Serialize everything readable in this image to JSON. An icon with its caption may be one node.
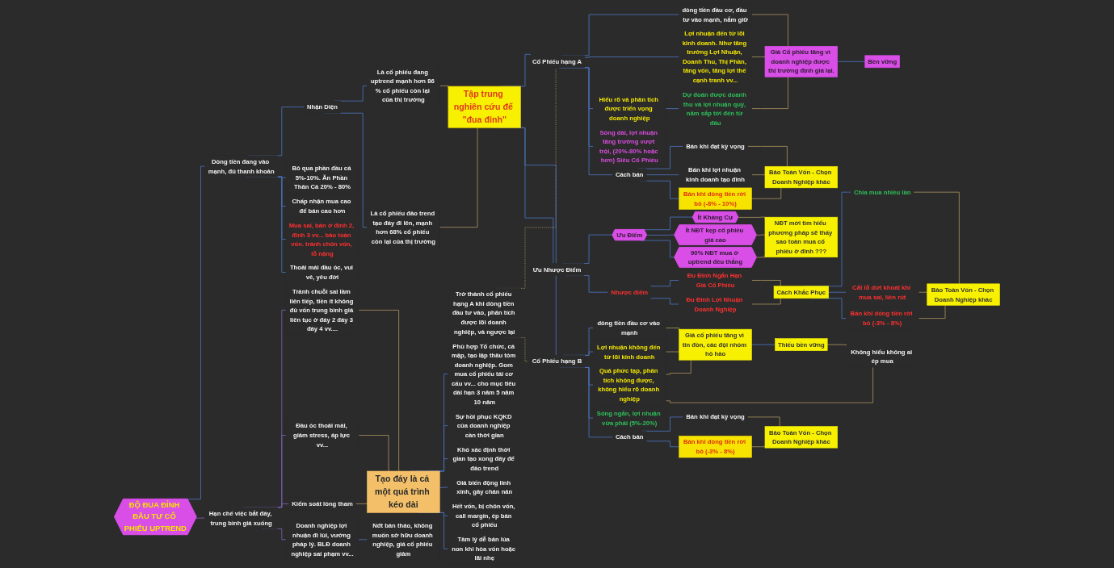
{
  "diagram": {
    "nodes": [
      {
        "text": [
          "ĐỘ ĐUA ĐỈNH ĐẦU TƯ CỔ PHIẾU UPTREND"
        ]
      },
      {
        "text": [
          "Dòng tiền đang vào mạnh, đủ thanh khoản"
        ]
      },
      {
        "text": [
          "Nhận Diện"
        ]
      },
      {
        "text": [
          "Là cổ phiếu đang uptrend mạnh hơn 86 % cổ phiếu còn lại của thị trường"
        ]
      },
      {
        "text": [
          "Là cổ phiếu đảo trend tạo đáy đi lên, mạnh hơn 68% cổ phiếu còn lại của thị trường"
        ]
      },
      {
        "text": [
          "Tập trung nghiên cứu để \"đua đỉnh\""
        ]
      },
      {
        "text": [
          "Trở thành cổ phiếu hạng A khi dòng tiền đầu tư vào, phân tích được lõi doanh nghiệp, và ngược lại"
        ]
      },
      {
        "text": [
          "Cổ Phiếu hạng A"
        ]
      },
      {
        "text": [
          "dòng tiền đầu cơ, đầu tư vào mạnh, nắm giữ"
        ]
      },
      {
        "text": [
          "Lợi nhuận đến từ lõi kinh doanh. Như tăng trưởng Lợi Nhuận, Doanh Thu, Thị Phần, tăng vốn, tăng lợi thế cạnh tranh vv..."
        ]
      },
      {
        "text": [
          "Hiểu rõ và phân tích được triển vọng doanh nghiệp"
        ]
      },
      {
        "text": [
          "Dự đoán được doanh thu và lợi nhuận quý, năm sắp tới đến từ đâu"
        ]
      },
      {
        "text": [
          "Sóng dài, lợi nhuận tăng trưởng vượt trội, (20%-80% hoặc hơn) Siêu Cổ Phiếu"
        ]
      },
      {
        "text": [
          "Cách bán"
        ]
      },
      {
        "text": [
          "Bán khi đạt kỳ vọng"
        ]
      },
      {
        "text": [
          "Bán khi lợi nhuận kinh doanh tạo đỉnh"
        ]
      },
      {
        "text": [
          "Bán khi dòng tiền rời bỏ (-8% - 10%)"
        ]
      },
      {
        "text": [
          "Giá Cổ phiếu tăng vì doanh nghiệp được thị trường định giá lại."
        ]
      },
      {
        "text": [
          "Bền vững"
        ]
      },
      {
        "text": [
          "Bảo Toàn Vốn - Chọn Doanh Nghiệp khác"
        ]
      },
      {
        "text": [
          "Cổ Phiếu hạng B"
        ]
      },
      {
        "text": [
          "dòng tiền đầu cơ vào mạnh"
        ]
      },
      {
        "text": [
          "Lợi nhuận không đến từ lõi kinh doanh"
        ]
      },
      {
        "text": [
          "Quá phức tạp, phân tích không được, không hiểu rõ doanh nghiệp"
        ]
      },
      {
        "text": [
          "Sóng ngắn, lợi nhuận vừa phải (5%-20%)"
        ]
      },
      {
        "text": [
          "Cách bán"
        ]
      },
      {
        "text": [
          "Bán khi đạt kỳ vọng"
        ]
      },
      {
        "text": [
          "Bán khi dòng tiền rời bỏ (-3% - 8%)"
        ]
      },
      {
        "text": [
          "Giá cổ phiếu tăng vì tin đồn, các đội nhóm hô hào"
        ]
      },
      {
        "text": [
          "Thiếu bền vững"
        ]
      },
      {
        "text": [
          "Không hiểu không ai ép mua"
        ]
      },
      {
        "text": [
          "Bảo Toàn Vốn - Chọn Doanh Nghiệp khác"
        ]
      },
      {
        "text": [
          "Ưu Nhược Điểm"
        ]
      },
      {
        "text": [
          "Ưu Điểm"
        ]
      },
      {
        "text": [
          "Ít Kháng Cự"
        ]
      },
      {
        "text": [
          "Ít NĐT kẹp cổ phiếu giá cao"
        ]
      },
      {
        "text": [
          "90% NĐT mua ở uptrend đều thắng"
        ]
      },
      {
        "text": [
          "NĐT mới tìm hiểu phương pháp sẽ thấy sao toàn mua cổ phiếu ở đỉnh ???"
        ]
      },
      {
        "text": [
          "Nhược điểm"
        ]
      },
      {
        "text": [
          "Đu Đỉnh Ngắn Hạn Giá Cổ Phiếu"
        ]
      },
      {
        "text": [
          "Đu Đỉnh Lợi Nhuận Doanh Nghiệp"
        ]
      },
      {
        "text": [
          "Cách Khắc Phục"
        ]
      },
      {
        "text": [
          "Chia mua nhiều lần"
        ]
      },
      {
        "text": [
          "Cắt lỗ dứt khoát khi mua sai, liền rút"
        ]
      },
      {
        "text": [
          "Bán khi dòng tiền rời bỏ (-3% - 8%)"
        ]
      },
      {
        "text": [
          "Bảo Toàn Vốn - Chọn Doanh Nghiệp khác"
        ]
      },
      {
        "text": [
          "Bỏ qua phần đầu cá 5%-10%. Ăn Phần Thân Cá 20% - 80%"
        ]
      },
      {
        "text": [
          "Chấp nhận mua cao để bán cao hơn"
        ]
      },
      {
        "text": [
          "Mua sai, bán ở đỉnh 2, đỉnh 3 vv... bảo toàn vốn. tránh chôn vốn, lỗ nặng"
        ]
      },
      {
        "text": [
          "Thoải mái đầu óc, vui vẻ, yêu đời"
        ]
      },
      {
        "text": [
          "Hạn chế việc bắt đáy, trung bình giá xuống"
        ]
      },
      {
        "text": [
          "Tránh chuỗi sai lầm liên tiếp, tiền ít không đủ vốn trung bình giá liên tục ở đáy 2 đáy 3 đáy 4 vv...."
        ]
      },
      {
        "text": [
          "Đầu óc thoải mái, giảm stress, áp lực vv..."
        ]
      },
      {
        "text": [
          "Kiểm soát lòng tham"
        ]
      },
      {
        "text": [
          "Tạo đáy là cả một quá trình kéo dài"
        ]
      },
      {
        "text": [
          "Phù hợp Tổ chức, cá mập, tạo lập thâu tóm doanh nghiệp. Gom mua cổ phiếu tái cơ cấu vv... cho mục tiêu dài hạn 3 năm 5 năm 10 năm"
        ]
      },
      {
        "text": [
          "Sự hồi phục KQKD của doanh nghiệp cần thời gian"
        ]
      },
      {
        "text": [
          "Khó xác định thời gian tạo xong đáy để đảo trend"
        ]
      },
      {
        "text": [
          "Giá biến động linh xinh, gây chán nản"
        ]
      },
      {
        "text": [
          "Hết vốn, bị chôn vốn, call margin, ép bán cổ phiếu"
        ]
      },
      {
        "text": [
          "Tâm lý dễ bán lúa non khi hòa vốn hoặc lãi nhẹ"
        ]
      },
      {
        "text": [
          "Doanh nghiệp lợi nhuận đi lùi, vướng pháp lý. BLĐ doanh nghiệp sai phạm vv..."
        ]
      },
      {
        "text": [
          "Nđt bán tháo, không muốn sở hữu doanh nghiệp, giá cổ phiếu giảm"
        ]
      }
    ],
    "edges": [
      {
        "from": 0,
        "to": 1,
        "arrow": "none"
      },
      {
        "from": 1,
        "to": 2,
        "arrow": "none"
      },
      {
        "from": 2,
        "to": 3,
        "arrow": "none"
      },
      {
        "from": 2,
        "to": 4,
        "arrow": "none"
      },
      {
        "from": 3,
        "to": 5,
        "arrow": "none",
        "color": "#a08a5c"
      },
      {
        "from": 4,
        "to": 5,
        "arrow": "none",
        "color": "#a08a5c"
      },
      {
        "from": 5,
        "to": 7,
        "arrow": "none"
      },
      {
        "from": 6,
        "to": 7,
        "arrow": "none",
        "style": "dashed",
        "color": "#a08a5c"
      },
      {
        "from": 7,
        "to": 8,
        "arrow": "none"
      },
      {
        "from": 7,
        "to": 9,
        "arrow": "none"
      },
      {
        "from": 7,
        "to": 10,
        "arrow": "none"
      },
      {
        "from": 10,
        "to": 11,
        "arrow": "none"
      },
      {
        "from": 7,
        "to": 12,
        "arrow": "none"
      },
      {
        "from": 7,
        "to": 13,
        "arrow": "none"
      },
      {
        "from": 13,
        "to": 14,
        "arrow": "none"
      },
      {
        "from": 13,
        "to": 15,
        "arrow": "none"
      },
      {
        "from": 13,
        "to": 16,
        "arrow": "none"
      },
      {
        "from": 8,
        "to": 17,
        "arrow": "none",
        "color": "#a08a5c"
      },
      {
        "from": 9,
        "to": 17,
        "arrow": "none",
        "color": "#a08a5c"
      },
      {
        "from": 11,
        "to": 17,
        "arrow": "none",
        "color": "#a08a5c"
      },
      {
        "from": 17,
        "to": 18,
        "arrow": "none"
      },
      {
        "from": 14,
        "to": 19,
        "arrow": "none",
        "color": "#a08a5c"
      },
      {
        "from": 15,
        "to": 19,
        "arrow": "none",
        "color": "#a08a5c"
      },
      {
        "from": 16,
        "to": 19,
        "arrow": "none",
        "color": "#a08a5c"
      },
      {
        "from": 5,
        "to": 20,
        "arrow": "none"
      },
      {
        "from": 6,
        "to": 20,
        "arrow": "none",
        "style": "dashed",
        "color": "#a08a5c"
      },
      {
        "from": 20,
        "to": 21,
        "arrow": "none"
      },
      {
        "from": 20,
        "to": 22,
        "arrow": "none"
      },
      {
        "from": 20,
        "to": 23,
        "arrow": "none"
      },
      {
        "from": 20,
        "to": 24,
        "arrow": "none"
      },
      {
        "from": 20,
        "to": 25,
        "arrow": "none"
      },
      {
        "from": 25,
        "to": 26,
        "arrow": "none"
      },
      {
        "from": 25,
        "to": 27,
        "arrow": "none"
      },
      {
        "from": 21,
        "to": 28,
        "arrow": "none",
        "color": "#a08a5c"
      },
      {
        "from": 22,
        "to": 28,
        "arrow": "none",
        "color": "#a08a5c"
      },
      {
        "from": 23,
        "to": 28,
        "arrow": "none",
        "color": "#a08a5c"
      },
      {
        "from": 28,
        "to": 29,
        "arrow": "none"
      },
      {
        "from": 23,
        "to": 30,
        "arrow": "none",
        "color": "#a08a5c"
      },
      {
        "from": 29,
        "to": 30,
        "arrow": "none",
        "color": "#a08a5c"
      },
      {
        "from": 26,
        "to": 31,
        "arrow": "none",
        "color": "#a08a5c"
      },
      {
        "from": 27,
        "to": 31,
        "arrow": "none",
        "color": "#a08a5c"
      },
      {
        "from": 5,
        "to": 32,
        "arrow": "none"
      },
      {
        "from": 32,
        "to": 33,
        "arrow": "none"
      },
      {
        "from": 33,
        "to": 34,
        "arrow": "none"
      },
      {
        "from": 33,
        "to": 35,
        "arrow": "none"
      },
      {
        "from": 33,
        "to": 36,
        "arrow": "none"
      },
      {
        "from": 34,
        "to": 37,
        "arrow": "none",
        "color": "#a08a5c"
      },
      {
        "from": 35,
        "to": 37,
        "arrow": "none",
        "color": "#a08a5c"
      },
      {
        "from": 36,
        "to": 37,
        "arrow": "none",
        "color": "#a08a5c"
      },
      {
        "from": 32,
        "to": 38,
        "arrow": "none"
      },
      {
        "from": 38,
        "to": 39,
        "arrow": "none"
      },
      {
        "from": 38,
        "to": 40,
        "arrow": "none"
      },
      {
        "from": 39,
        "to": 41,
        "arrow": "none",
        "color": "#a08a5c"
      },
      {
        "from": 40,
        "to": 41,
        "arrow": "none",
        "color": "#a08a5c"
      },
      {
        "from": 41,
        "to": 42,
        "arrow": "none"
      },
      {
        "from": 41,
        "to": 43,
        "arrow": "none"
      },
      {
        "from": 41,
        "to": 44,
        "arrow": "none"
      },
      {
        "from": 42,
        "to": 45,
        "arrow": "none",
        "color": "#a08a5c"
      },
      {
        "from": 43,
        "to": 45,
        "arrow": "none",
        "color": "#a08a5c"
      },
      {
        "from": 44,
        "to": 45,
        "arrow": "none",
        "color": "#a08a5c"
      },
      {
        "from": 1,
        "to": 46,
        "arrow": "none"
      },
      {
        "from": 1,
        "to": 47,
        "arrow": "none"
      },
      {
        "from": 1,
        "to": 48,
        "arrow": "none"
      },
      {
        "from": 1,
        "to": 49,
        "arrow": "none"
      },
      {
        "from": 0,
        "to": 50,
        "arrow": "none",
        "color": "#7a5fb0"
      },
      {
        "from": 50,
        "to": 51,
        "arrow": "none",
        "color": "#7a5fb0"
      },
      {
        "from": 50,
        "to": 52,
        "arrow": "none",
        "color": "#7a5fb0"
      },
      {
        "from": 50,
        "to": 53,
        "arrow": "none",
        "color": "#7a5fb0"
      },
      {
        "from": 51,
        "to": 54,
        "arrow": "none",
        "color": "#a08a5c"
      },
      {
        "from": 52,
        "to": 54,
        "arrow": "none",
        "color": "#a08a5c"
      },
      {
        "from": 53,
        "to": 54,
        "arrow": "none",
        "color": "#a08a5c"
      },
      {
        "from": 54,
        "to": 55,
        "arrow": "none"
      },
      {
        "from": 54,
        "to": 56,
        "arrow": "none"
      },
      {
        "from": 54,
        "to": 57,
        "arrow": "none"
      },
      {
        "from": 54,
        "to": 58,
        "arrow": "none"
      },
      {
        "from": 54,
        "to": 59,
        "arrow": "none"
      },
      {
        "from": 54,
        "to": 60,
        "arrow": "none"
      },
      {
        "from": 50,
        "to": 61,
        "arrow": "none",
        "color": "#7a5fb0"
      },
      {
        "from": 61,
        "to": 62,
        "arrow": "none"
      }
    ]
  }
}
